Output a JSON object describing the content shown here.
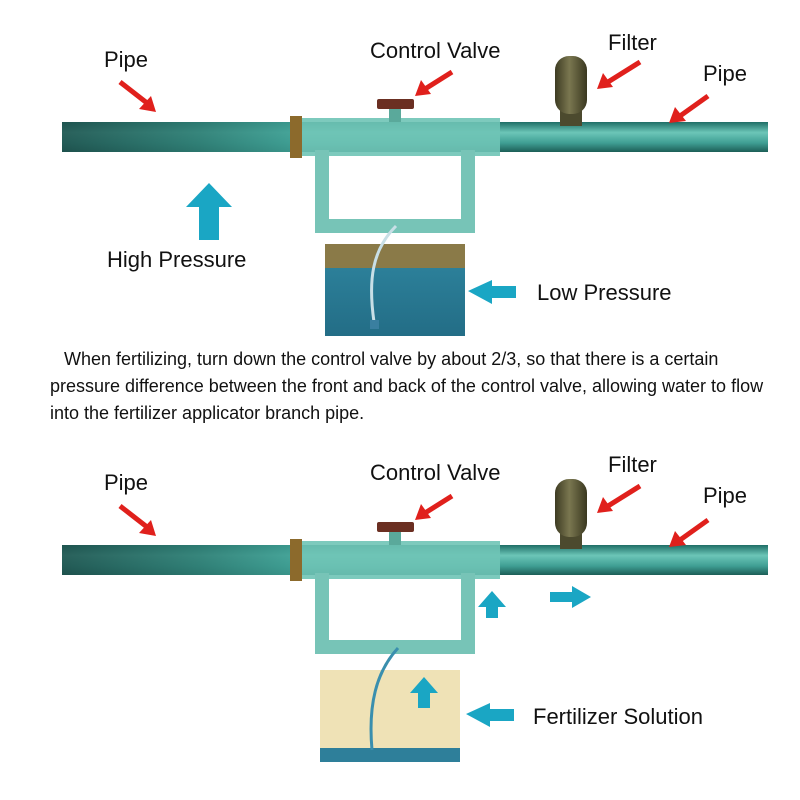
{
  "top_diagram": {
    "pipe_left": "Pipe",
    "control_valve": "Control Valve",
    "filter": "Filter",
    "pipe_right": "Pipe",
    "high_pressure": "High Pressure",
    "low_pressure": "Low Pressure"
  },
  "description": "When fertilizing, turn down the control valve by about 2/3, so that there is a certain pressure difference between the front and back of the control valve, allowing water to flow into the fertilizer applicator branch pipe.",
  "bottom_diagram": {
    "pipe_left": "Pipe",
    "control_valve": "Control Valve",
    "filter": "Filter",
    "pipe_right": "Pipe",
    "fertilizer_solution": "Fertilizer Solution"
  },
  "colors": {
    "pipe": "#3f9e93",
    "pipe_light": "#7fd0c2",
    "flow_arrow": "#1aa6c4",
    "label_arrow": "#e0201c",
    "valve_handle": "#6b2f22",
    "filter": "#5c5a3a",
    "tank_water": "#2e7f9a",
    "tank_soil": "#8a7a48",
    "tank_solution": "#efe2b6"
  },
  "icons": [
    "label-arrow-icon",
    "flow-arrow-icon",
    "valve-handle-icon",
    "filter-icon"
  ]
}
